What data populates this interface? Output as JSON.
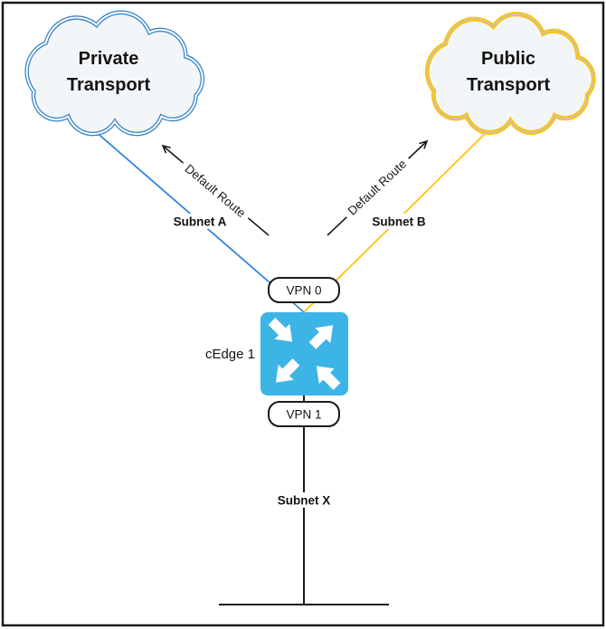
{
  "colors": {
    "cloud_private_outline": "#3A85C8",
    "cloud_public_outline": "#FFC20E",
    "cloud_public_inner_line": "#C4C4BE",
    "cloud_fill": "#F3F6F8",
    "link_blue": "#2E86DE",
    "link_gold": "#FFC20E",
    "router_cyan": "#3CB4E5",
    "line_black": "#1A1A1A"
  },
  "clouds": {
    "private": {
      "line1": "Private",
      "line2": "Transport"
    },
    "public": {
      "line1": "Public",
      "line2": "Transport"
    }
  },
  "links": {
    "subnet_a": {
      "label": "Subnet A"
    },
    "subnet_b": {
      "label": "Subnet B"
    },
    "subnet_x": {
      "label": "Subnet X"
    }
  },
  "routes": {
    "left": {
      "label": "Default Route"
    },
    "right": {
      "label": "Default Route"
    }
  },
  "router": {
    "label": "cEdge 1",
    "icon": "router-crossed-arrows-icon"
  },
  "interfaces": {
    "vpn0": {
      "label": "VPN 0"
    },
    "vpn1": {
      "label": "VPN 1"
    }
  }
}
